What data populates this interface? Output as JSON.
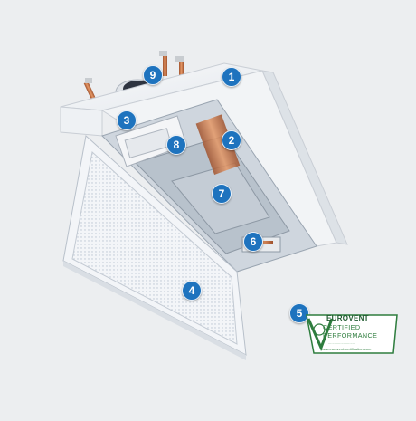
{
  "background_color": "#eceef0",
  "badge_color": "#1e73be",
  "callouts": [
    {
      "id": "housing",
      "number": "1"
    },
    {
      "id": "coil",
      "number": "2"
    },
    {
      "id": "control-box",
      "number": "3"
    },
    {
      "id": "filter-grille",
      "number": "4"
    },
    {
      "id": "certification",
      "number": "5"
    },
    {
      "id": "condensate-pump",
      "number": "6"
    },
    {
      "id": "fan",
      "number": "7"
    },
    {
      "id": "terminal",
      "number": "8"
    },
    {
      "id": "spigot",
      "number": "9"
    }
  ],
  "certification": {
    "brand": "EUROVENT",
    "line1": "CERTIFIED",
    "line2": "PERFORMANCE",
    "small_text": "...........................",
    "url": "www.eurovent-certification.com",
    "color": "#2e7d3e"
  }
}
